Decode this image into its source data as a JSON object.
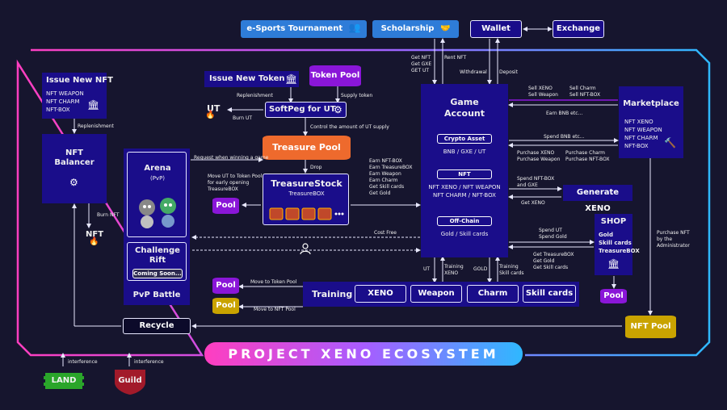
{
  "colors": {
    "background": "#16152e",
    "box": "#1a0d8a",
    "accent_blue": "#2e7cd8",
    "pool_purple": "#8a16d8",
    "pool_gold": "#c9a300",
    "treasure_orange": "#ee6a2d",
    "frame_left": "#ff3ec0",
    "frame_right": "#2fb8ff"
  },
  "top": {
    "esports": "e-Sports Tournament",
    "scholarship": "Scholarship",
    "wallet": "Wallet",
    "exchange": "Exchange"
  },
  "wallet_links": {
    "get": [
      "Get NFT",
      "Get GXE",
      "GET UT"
    ],
    "rent": "Rent NFT",
    "withdrawal": "Withdrawal",
    "deposit": "Deposit"
  },
  "issue_nft": {
    "title": "Issue New NFT",
    "items": [
      "NFT WEAPON",
      "NFT CHARM",
      "NFT-BOX"
    ],
    "replenishment": "Replenishment"
  },
  "issue_token": {
    "title": "Issue New Token",
    "replenishment": "Replenishment",
    "supply": "Supply token"
  },
  "token_pool": "Token Pool",
  "softpeg": {
    "title": "SoftPeg for UT",
    "ut": "UT",
    "burn": "Burn UT",
    "control": "Control the amount of  UT supply"
  },
  "treasure_pool": "Treasure Pool",
  "drop": "Drop",
  "nft_balancer": {
    "title": [
      "NFT",
      "Balancer"
    ],
    "burn": "Burn NFT",
    "nft": "NFT"
  },
  "request_game": "Request when winning a game",
  "arena": {
    "title": "Arena",
    "sub": "(PvP)"
  },
  "challenge": {
    "title": [
      "Challenge",
      "Rift"
    ],
    "coming": "Coming Soon..."
  },
  "pvp_battle": "PvP Battle",
  "move_ut": [
    "Move UT to Token Pool",
    "for early opening",
    "TreasureBOX"
  ],
  "pool_small": "Pool",
  "treasure_stock": {
    "title": "TreasureStock",
    "sub": "TreasureBOX"
  },
  "earn_list": [
    "Earn NFT-BOX",
    "Earn TreasureBOX",
    "Earn Weapon",
    "Earn Charm",
    "Get Skill cards",
    "Get Gold"
  ],
  "game_account": {
    "title": [
      "Game",
      "Account"
    ],
    "crypto": "Crypto Asset",
    "crypto_items": "BNB / GXE / UT",
    "nft": "NFT",
    "nft_items": [
      "NFT XENO / NFT WEAPON",
      "NFT CHARM / NFT-BOX"
    ],
    "offchain": "Off-Chain",
    "offchain_items": "Gold / Skill cards"
  },
  "marketplace": {
    "title": "Marketplace",
    "items": [
      "NFT XENO",
      "NFT WEAPON",
      "NFT CHARM",
      "NFT-BOX"
    ],
    "sell1": [
      "Sell XENO",
      "Sell Weapon"
    ],
    "sell2": [
      "Sell Charm",
      "Sell NFT-BOX"
    ],
    "earn_bnb": "Earn BNB etc...",
    "spend_bnb": "Spend BNB etc...",
    "purchase1": [
      "Purchase XENO",
      "Purchase Weapon"
    ],
    "purchase2": [
      "Purchase Charm",
      "Purchase NFT-BOX"
    ]
  },
  "generate": {
    "title": "Generate XENO",
    "spend": [
      "Spend NFT-BOX",
      "and GXE"
    ],
    "get": "Get XENO"
  },
  "cost_free": "Cost Free",
  "shop": {
    "title": "SHOP",
    "items": [
      "Gold",
      "Skill cards",
      "TreasureBOX"
    ],
    "spend": [
      "Spend UT",
      "Spend Gold"
    ],
    "get": [
      "Get TreasureBOX",
      "Get Gold",
      "Get Skill cards"
    ],
    "pool": "Pool"
  },
  "purchase_admin": [
    "Purchase NFT",
    "by the",
    "Administrator"
  ],
  "training": {
    "title": "Training",
    "items": [
      "XENO",
      "Weapon",
      "Charm",
      "Skill cards"
    ],
    "ut": "UT",
    "training_xeno": [
      "Training",
      "XENO"
    ],
    "gold": "GOLD",
    "training_skill": [
      "Training",
      "Skill cards"
    ]
  },
  "pools_bottom": {
    "pool1": "Pool",
    "pool2": "Pool",
    "move1": "Move to Token Pool",
    "move2": "Move to NFT Pool"
  },
  "recycle": "Recycle",
  "nft_pool": "NFT Pool",
  "ecosystem_title": "PROJECT XENO ECOSYSTEM",
  "land": {
    "title": "LAND",
    "interference": "interference"
  },
  "guild": {
    "title": "Guild",
    "interference": "interference"
  }
}
